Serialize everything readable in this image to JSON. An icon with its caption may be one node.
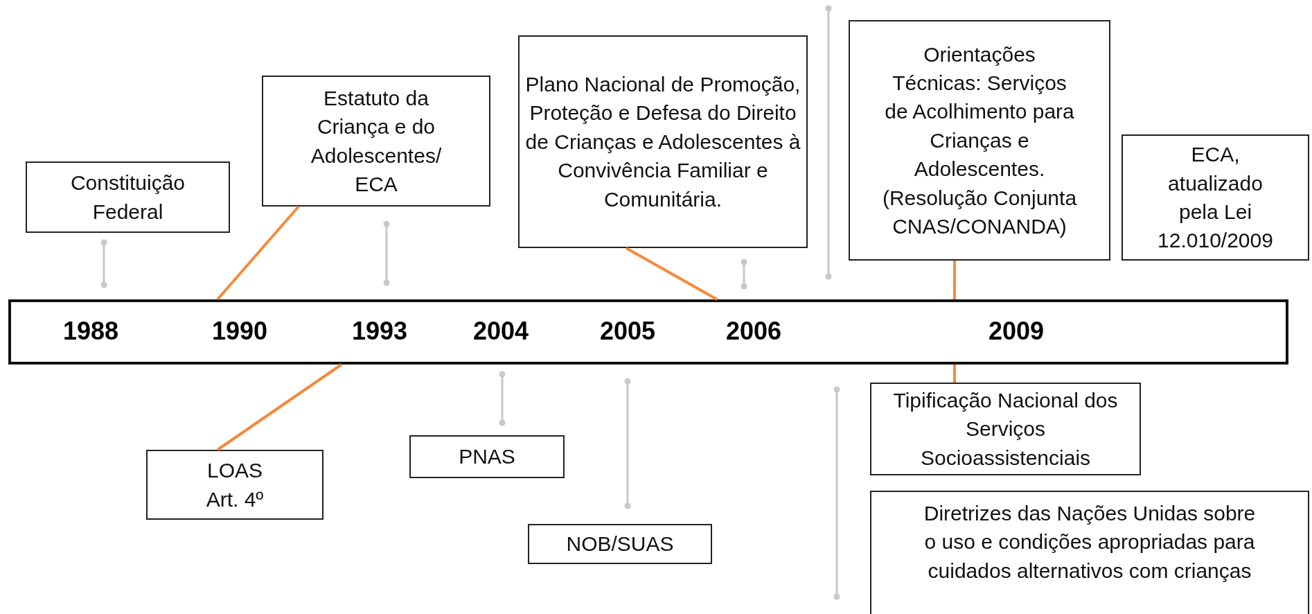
{
  "diagram": {
    "nodes": [
      {
        "text": [
          "Constituição Federal"
        ]
      },
      {
        "text": [
          "Estatuto da Criança e do Adolescentes/ ECA"
        ]
      },
      {
        "text": [
          "Plano Nacional de Promoção, Proteção e Defesa do Direito de Crianças e Adolescentes à Convivência Familiar e Comunitária."
        ]
      },
      {
        "text": [
          "Orientações Técnicas: Serviços de Acolhimento para Crianças e Adolescentes. (Resolução Conjunta CNAS/CONANDA)"
        ]
      },
      {
        "text": [
          "ECA, atualizado pela Lei 12.010/2009"
        ]
      },
      {
        "text": [
          "1988",
          "1990",
          "1993",
          "2004",
          "2005",
          "2006",
          "2009"
        ]
      },
      {
        "text": [
          "LOAS Art. 4º"
        ]
      },
      {
        "text": [
          "PNAS"
        ]
      },
      {
        "text": [
          "NOB/SUAS"
        ]
      },
      {
        "text": [
          "Tipificação Nacional dos Serviços Socioassistenciais"
        ]
      },
      {
        "text": [
          "Diretrizes das Nações Unidas sobre o uso e condições apropriadas para cuidados alternativos com crianças"
        ]
      }
    ],
    "edges": [
      {
        "from": 1,
        "to": 5,
        "arrow": "none"
      },
      {
        "from": 2,
        "to": 5,
        "arrow": "none"
      },
      {
        "from": 3,
        "to": 5,
        "arrow": "none"
      },
      {
        "from": 5,
        "to": 6,
        "arrow": "none"
      },
      {
        "from": 5,
        "to": 9,
        "arrow": "none"
      }
    ]
  }
}
